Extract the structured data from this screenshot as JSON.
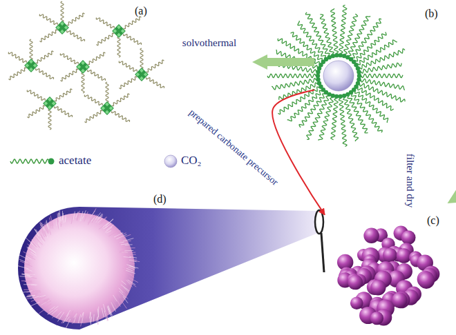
{
  "diagram": {
    "nodes": [
      {
        "text": [
          "(a)"
        ]
      },
      {
        "text": [
          "(b)"
        ]
      },
      {
        "text": [
          "(c)"
        ]
      },
      {
        "text": [
          "(d)"
        ]
      }
    ],
    "edges": [
      {
        "from": 0,
        "to": 1,
        "arrow": "to",
        "label": "solvothermal"
      },
      {
        "from": 1,
        "to": 2,
        "arrow": "to",
        "label": "filter and dry"
      },
      {
        "from": 0,
        "to": 2,
        "arrow": "to",
        "label": "prepared carbonate precursor"
      }
    ],
    "legend": [
      {
        "text": "acetate"
      },
      {
        "text": "CO₂"
      }
    ]
  }
}
